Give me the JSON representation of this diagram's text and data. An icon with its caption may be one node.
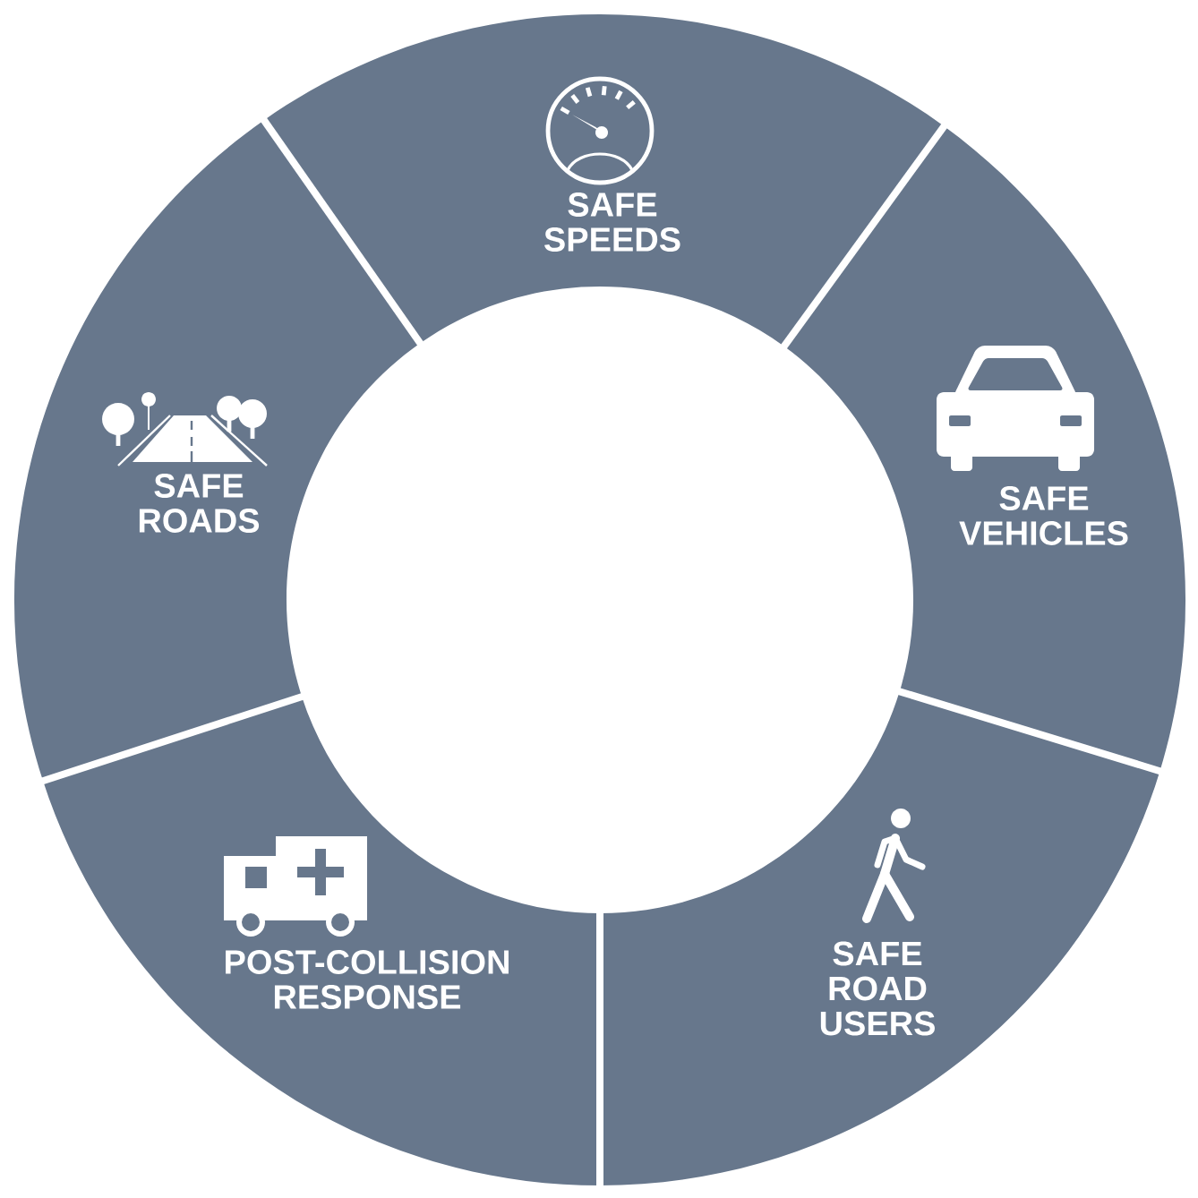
{
  "diagram": {
    "nodes": [
      {
        "text": [
          "SAFE SPEEDS"
        ]
      },
      {
        "text": [
          "SAFE VEHICLES"
        ]
      },
      {
        "text": [
          "SAFE ROAD USERS"
        ]
      },
      {
        "text": [
          "POST-COLLISION RESPONSE"
        ]
      },
      {
        "text": [
          "SAFE ROADS"
        ]
      }
    ]
  }
}
